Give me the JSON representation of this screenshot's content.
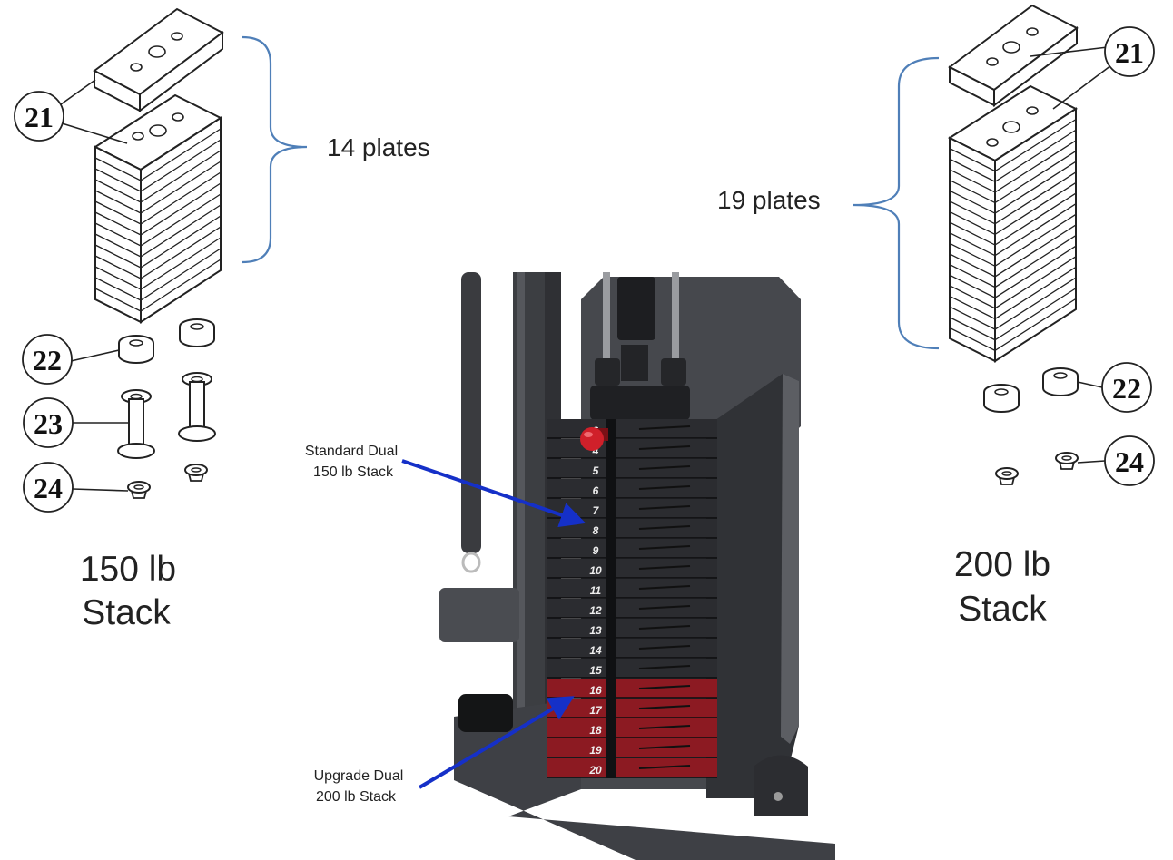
{
  "left_stack": {
    "title_line1": "150 lb",
    "title_line2": "Stack",
    "plates_label": "14 plates",
    "plate_count": 14,
    "callouts": {
      "plate": "21",
      "bushing": "22",
      "spacer": "23",
      "washer": "24"
    }
  },
  "right_stack": {
    "title_line1": "200 lb",
    "title_line2": "Stack",
    "plates_label": "19 plates",
    "plate_count": 19,
    "callouts": {
      "plate": "21",
      "bushing": "22",
      "washer": "24"
    }
  },
  "photo": {
    "standard_label_line1": "Standard Dual",
    "standard_label_line2": "150 lb Stack",
    "upgrade_label_line1": "Upgrade Dual",
    "upgrade_label_line2": "200 lb Stack",
    "plate_numbers": [
      "3",
      "4",
      "5",
      "6",
      "7",
      "8",
      "9",
      "10",
      "11",
      "12",
      "13",
      "14",
      "15",
      "16",
      "17",
      "18",
      "19",
      "20"
    ],
    "standard_plate_color": "#2b2c30",
    "upgrade_plate_color": "#8c1a22",
    "pin_color": "#d0202a"
  },
  "colors": {
    "bracket": "#4f7fb8",
    "arrow": "#1530c8",
    "line": "#222222"
  }
}
